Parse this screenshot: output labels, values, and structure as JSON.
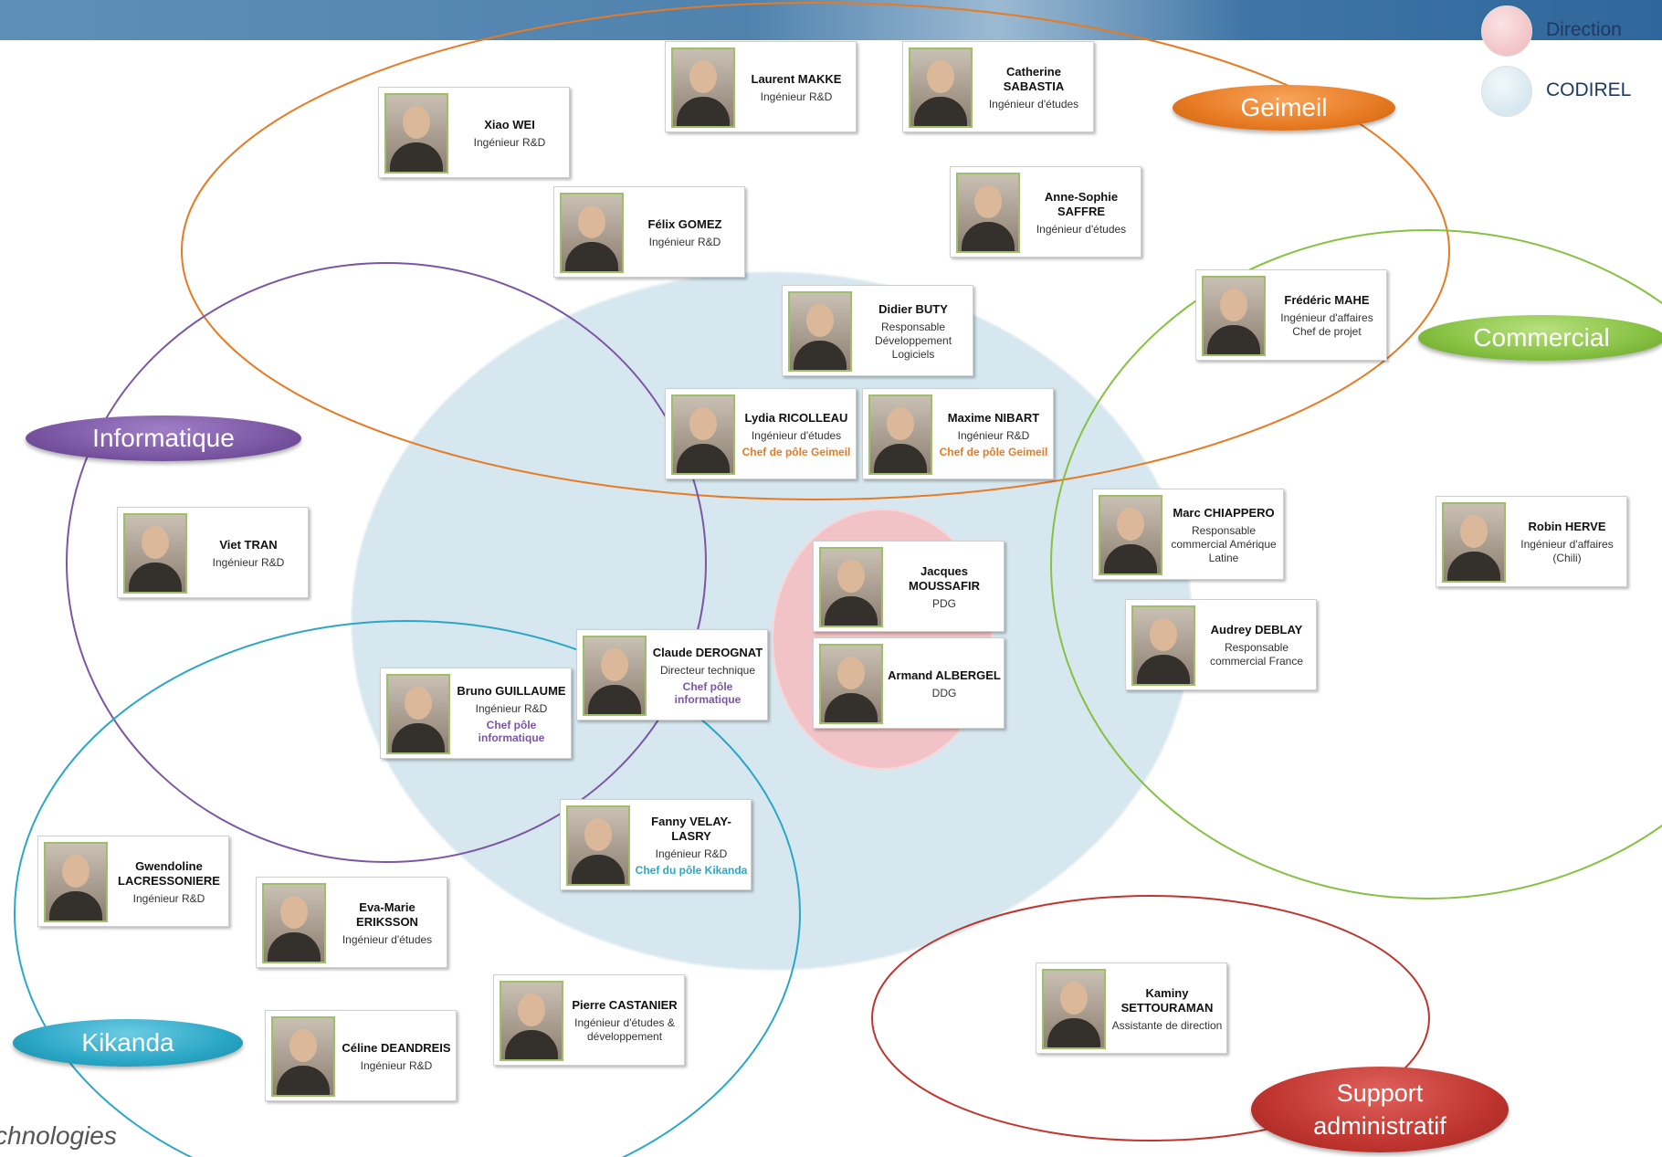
{
  "colors": {
    "geimeil": "#e77a22",
    "informatique": "#7b56a3",
    "commercial": "#86c142",
    "kikanda": "#2aa7c6",
    "support": "#c0352f",
    "direction": "#f2c3c6",
    "codirel": "#d6e7ef"
  },
  "legend": [
    {
      "label": "Direction",
      "color": "#f2c3c6"
    },
    {
      "label": "CODIREL",
      "color": "#d6e7ef"
    }
  ],
  "groups": {
    "geimeil": "Geimeil",
    "informatique": "Informatique",
    "commercial": "Commercial",
    "kikanda": "Kikanda",
    "support": "Support administratif"
  },
  "people": [
    {
      "name": "Laurent MAKKE",
      "role": "Ingénieur R&D",
      "extra": ""
    },
    {
      "name": "Catherine SABASTIA",
      "role": "Ingénieur d'études",
      "extra": ""
    },
    {
      "name": "Xiao WEI",
      "role": "Ingénieur R&D",
      "extra": ""
    },
    {
      "name": "Félix GOMEZ",
      "role": "Ingénieur R&D",
      "extra": ""
    },
    {
      "name": "Anne-Sophie SAFFRE",
      "role": "Ingénieur d'études",
      "extra": ""
    },
    {
      "name": "Frédéric MAHE",
      "role": "Ingénieur d'affaires Chef de projet",
      "extra": ""
    },
    {
      "name": "Didier BUTY",
      "role": "Responsable Développement Logiciels",
      "extra": ""
    },
    {
      "name": "Lydia RICOLLEAU",
      "role": "Ingénieur d'études",
      "extra": "Chef de pôle Geimeil"
    },
    {
      "name": "Maxime NIBART",
      "role": "Ingénieur R&D",
      "extra": "Chef de pôle Geimeil"
    },
    {
      "name": "Viet TRAN",
      "role": "Ingénieur R&D",
      "extra": ""
    },
    {
      "name": "Marc CHIAPPERO",
      "role": "Responsable commercial Amérique Latine",
      "extra": ""
    },
    {
      "name": "Robin HERVE",
      "role": "Ingénieur d'affaires (Chili)",
      "extra": ""
    },
    {
      "name": "Jacques MOUSSAFIR",
      "role": "PDG",
      "extra": ""
    },
    {
      "name": "Audrey DEBLAY",
      "role": "Responsable commercial France",
      "extra": ""
    },
    {
      "name": "Claude DEROGNAT",
      "role": "Directeur technique",
      "extra": "Chef pôle informatique"
    },
    {
      "name": "Bruno GUILLAUME",
      "role": "Ingénieur R&D",
      "extra": "Chef pôle informatique"
    },
    {
      "name": "Armand ALBERGEL",
      "role": "DDG",
      "extra": ""
    },
    {
      "name": "Fanny VELAY-LASRY",
      "role": "Ingénieur R&D",
      "extra": "Chef du pôle Kikanda"
    },
    {
      "name": "Gwendoline LACRESSONIERE",
      "role": "Ingénieur R&D",
      "extra": ""
    },
    {
      "name": "Eva-Marie ERIKSSON",
      "role": "Ingénieur d'études",
      "extra": ""
    },
    {
      "name": "Kaminy SETTOURAMAN",
      "role": "Assistante de direction",
      "extra": ""
    },
    {
      "name": "Pierre CASTANIER",
      "role": "Ingénieur d'études & développement",
      "extra": ""
    },
    {
      "name": "Céline DEANDREIS",
      "role": "Ingénieur R&D",
      "extra": ""
    }
  ],
  "footer": "chnologies"
}
